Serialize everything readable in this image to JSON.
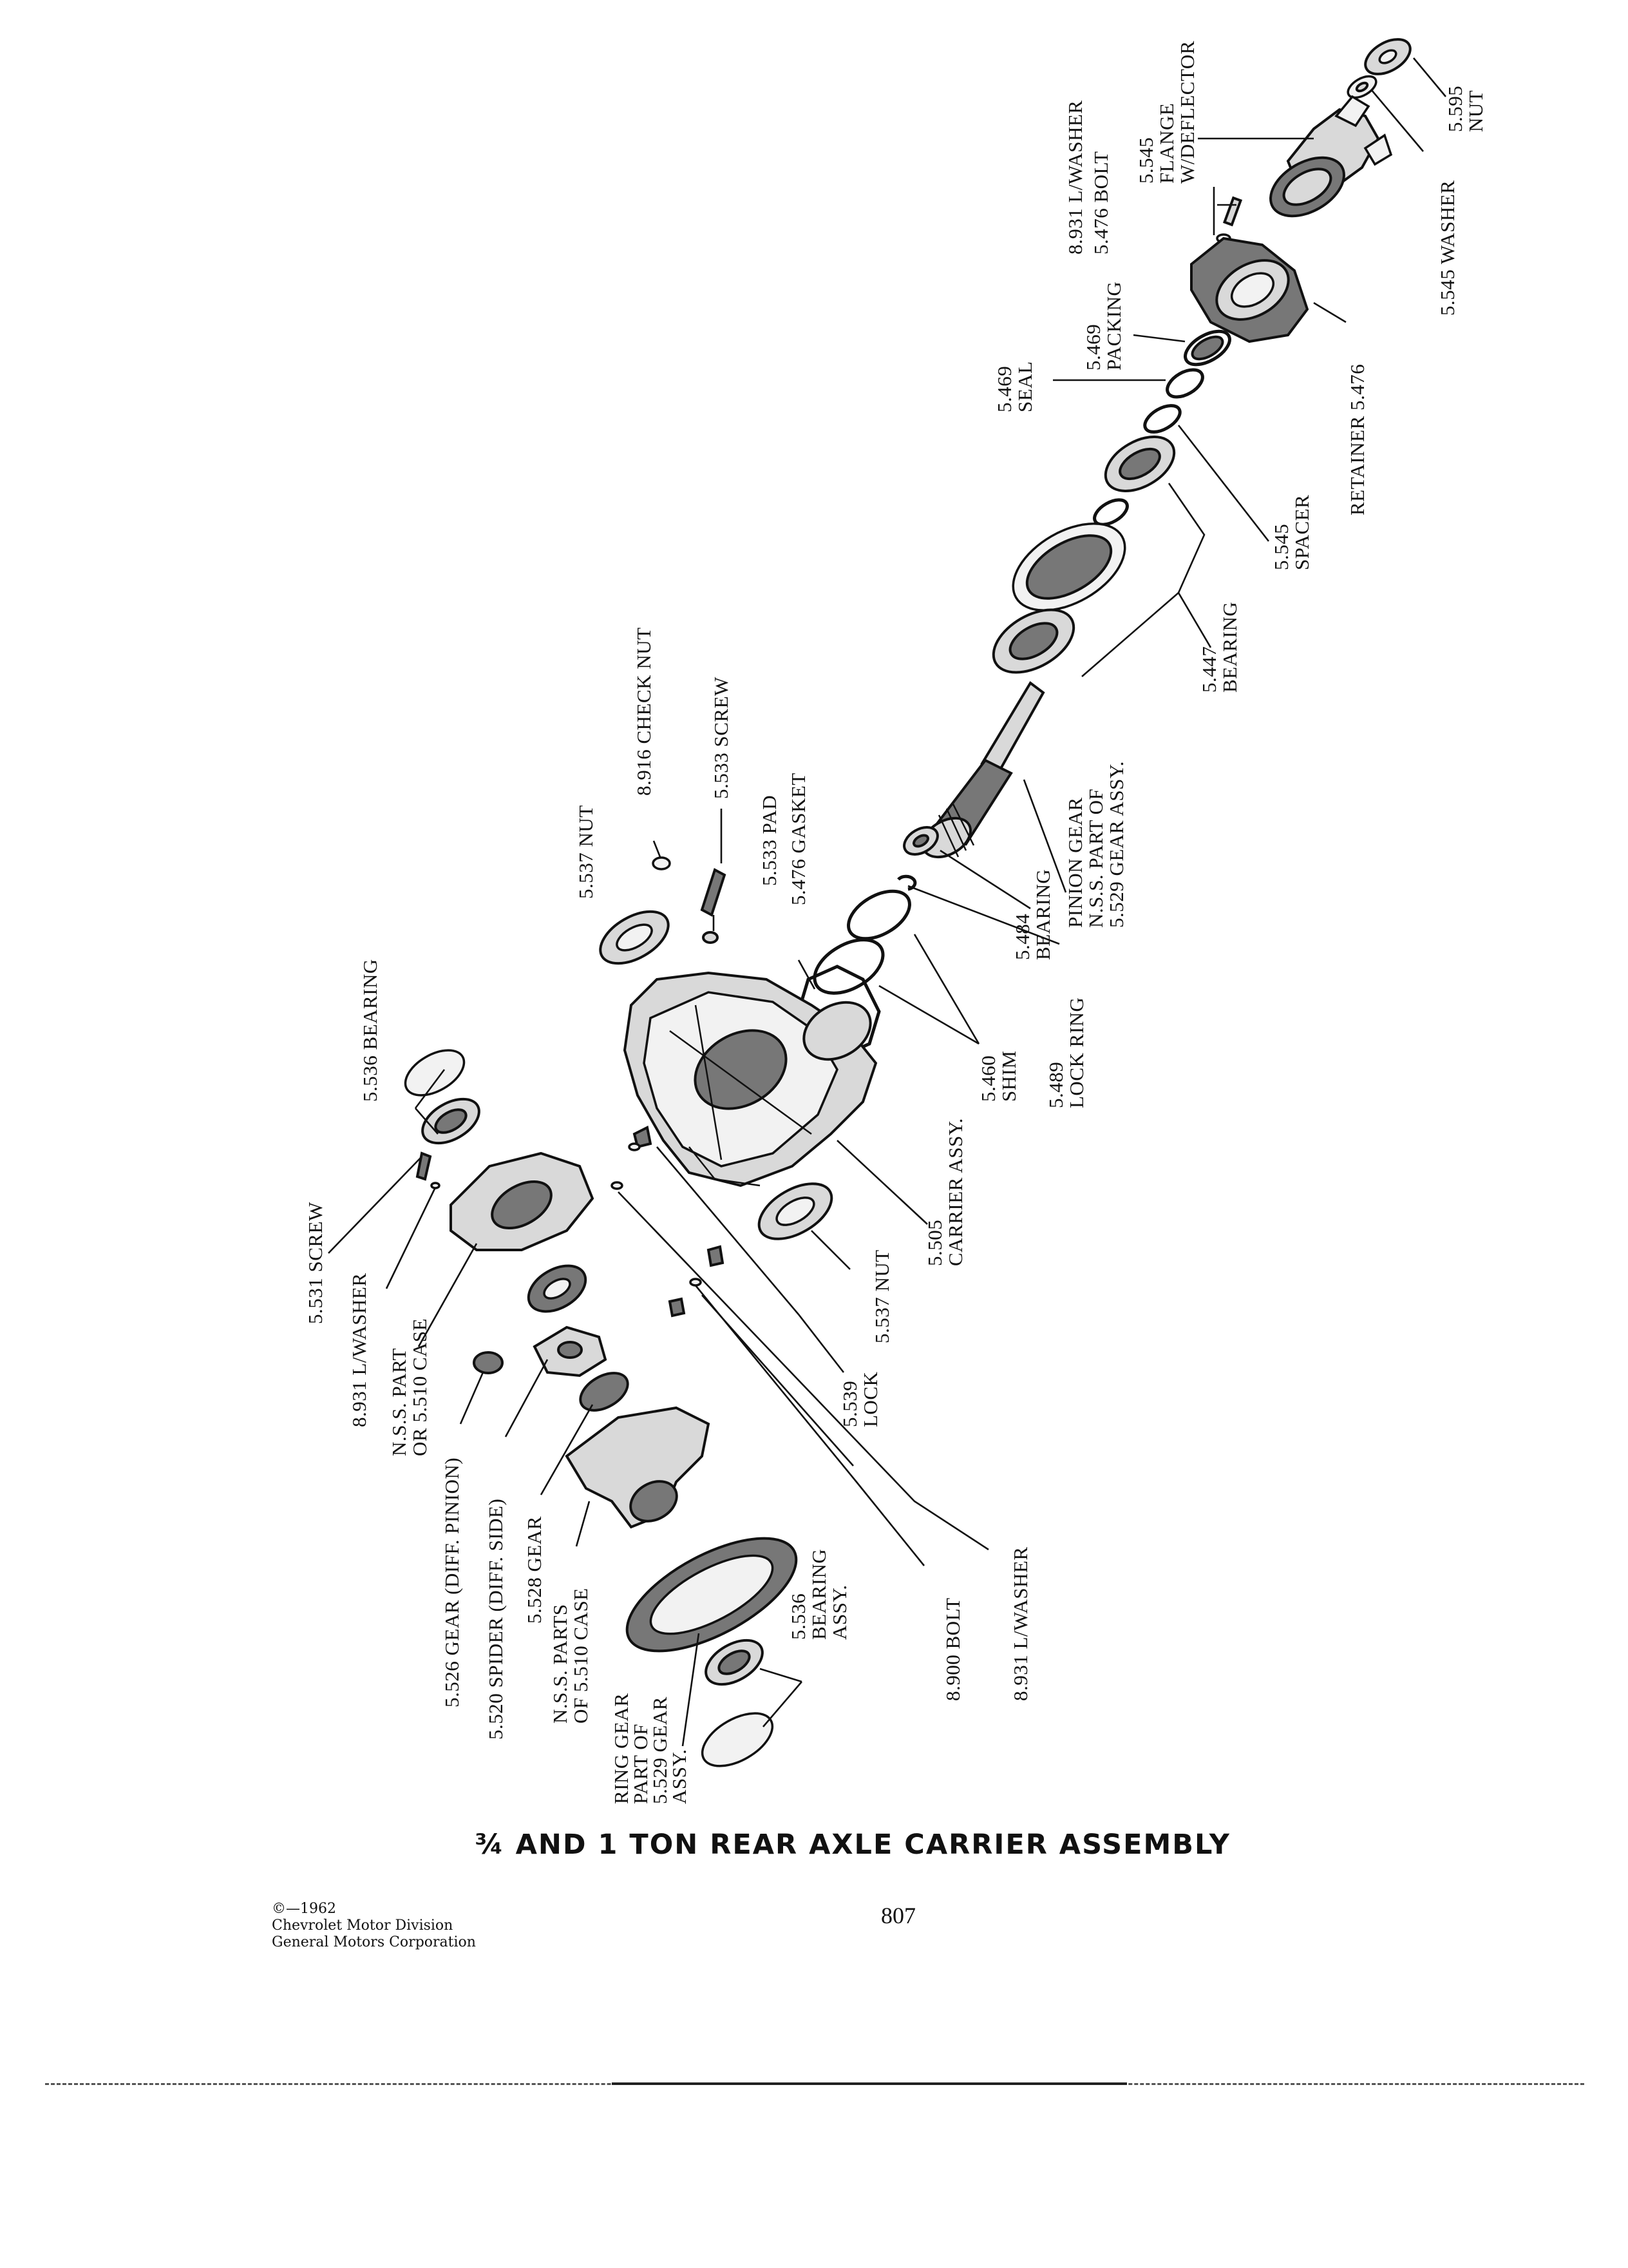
{
  "title": "¾ AND 1 TON REAR AXLE CARRIER ASSEMBLY",
  "copyright": {
    "year_line": "©—1962",
    "line1": "Chevrolet Motor Division",
    "line2": "General Motors Corporation"
  },
  "page_number": "807",
  "labels": {
    "l_5595": [
      "5.595",
      "NUT"
    ],
    "l_5545_washer": [
      "5.545 WASHER"
    ],
    "l_flange": [
      "5.545",
      "FLANGE",
      "W/DEFLECTOR"
    ],
    "l_5476_bolt": [
      "8.931 L/WASHER",
      "5.476 BOLT"
    ],
    "l_retainer": [
      "RETAINER 5.476"
    ],
    "l_packing": [
      "5.469",
      "PACKING"
    ],
    "l_seal": [
      "5.469",
      "SEAL"
    ],
    "l_spacer": [
      "5.545",
      "SPACER"
    ],
    "l_5447": [
      "5.447",
      "BEARING"
    ],
    "l_pinion": [
      "PINION GEAR",
      "N.S.S. PART OF",
      "5.529 GEAR ASSY."
    ],
    "l_5484": [
      "5.484",
      "BEARING"
    ],
    "l_5489": [
      "5.489",
      "LOCK RING"
    ],
    "l_5460": [
      "5.460",
      "SHIM"
    ],
    "l_5505": [
      "5.505",
      "CARRIER ASSY."
    ],
    "l_5537_nut_low": [
      "5.537 NUT"
    ],
    "l_5539": [
      "5.539",
      "LOCK"
    ],
    "l_8931_lw_low": [
      "8.931 L/WASHER"
    ],
    "l_8900": [
      "8.900 BOLT"
    ],
    "l_8916": [
      "8.916 CHECK NUT"
    ],
    "l_5533_screw": [
      "5.533 SCREW"
    ],
    "l_5533_pad": [
      "5.533 PAD"
    ],
    "l_5476_gasket": [
      "5.476 GASKET"
    ],
    "l_5537_nut_top": [
      "5.537 NUT"
    ],
    "l_5536_bearing_top": [
      "5.536 BEARING"
    ],
    "l_5531": [
      "5.531 SCREW"
    ],
    "l_8931_lw_left": [
      "8.931 L/WASHER"
    ],
    "l_nss_case": [
      "N.S.S. PART",
      "OR 5.510 CASE"
    ],
    "l_5526": [
      "5.526 GEAR (DIFF. PINION)"
    ],
    "l_5520": [
      "5.520 SPIDER (DIFF. SIDE)"
    ],
    "l_5528": [
      "5.528 GEAR"
    ],
    "l_nss_parts": [
      "N.S.S. PARTS",
      "OF 5.510 CASE"
    ],
    "l_ring_gear": [
      "RING GEAR",
      "PART OF",
      "5.529 GEAR",
      "ASSY."
    ],
    "l_5536_assy": [
      "5.536",
      "BEARING",
      "ASSY."
    ]
  }
}
